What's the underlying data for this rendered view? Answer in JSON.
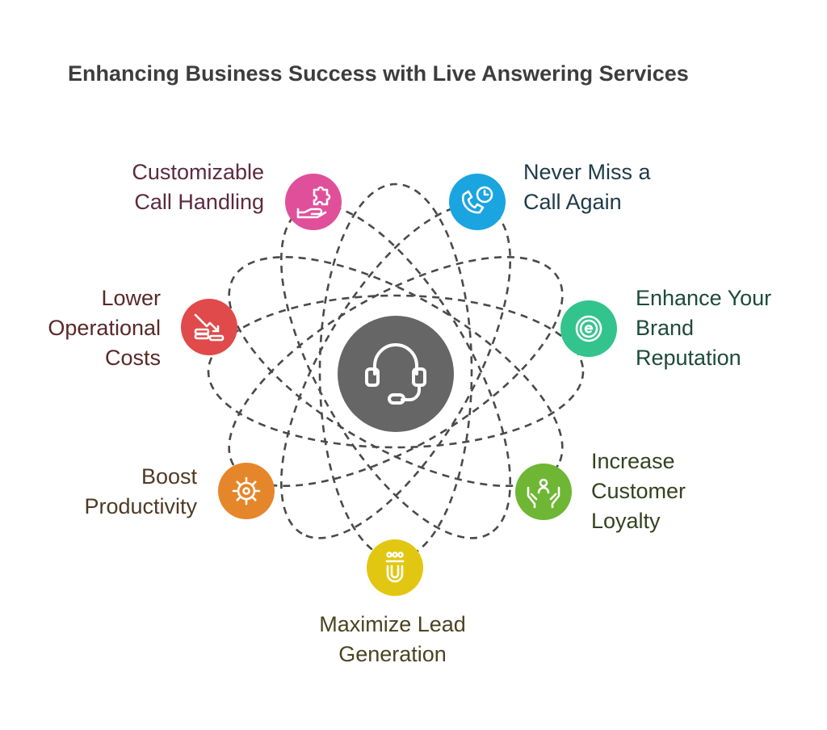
{
  "title": "Enhancing Business Success with Live Answering Services",
  "colors": {
    "hub": "#666666",
    "orbit": "#4a4a4a",
    "title": "#3d3d3d"
  },
  "hub": {
    "icon": "headset-icon"
  },
  "nodes": [
    {
      "key": "customizable",
      "label": "Customizable\nCall Handling",
      "color": "#e0509a",
      "text_color": "#5b2b3e",
      "icon": "hand-puzzle-icon"
    },
    {
      "key": "never-miss",
      "label": "Never Miss a\nCall Again",
      "color": "#1aa4e0",
      "text_color": "#1f3a48",
      "icon": "phone-clock-icon"
    },
    {
      "key": "brand",
      "label": "Enhance Your\nBrand\nReputation",
      "color": "#33c48d",
      "text_color": "#1d4a3a",
      "icon": "brand-seal-icon"
    },
    {
      "key": "loyalty",
      "label": "Increase\nCustomer\nLoyalty",
      "color": "#6eb634",
      "text_color": "#34421f",
      "icon": "hands-person-icon"
    },
    {
      "key": "leads",
      "label": "Maximize Lead\nGeneration",
      "color": "#e2c712",
      "text_color": "#4b4320",
      "icon": "magnet-people-icon"
    },
    {
      "key": "productivity",
      "label": "Boost\nProductivity",
      "color": "#e6862a",
      "text_color": "#4e3a24",
      "icon": "gear-icon"
    },
    {
      "key": "costs",
      "label": "Lower\nOperational\nCosts",
      "color": "#e04a4a",
      "text_color": "#5a2828",
      "icon": "coins-down-icon"
    }
  ]
}
